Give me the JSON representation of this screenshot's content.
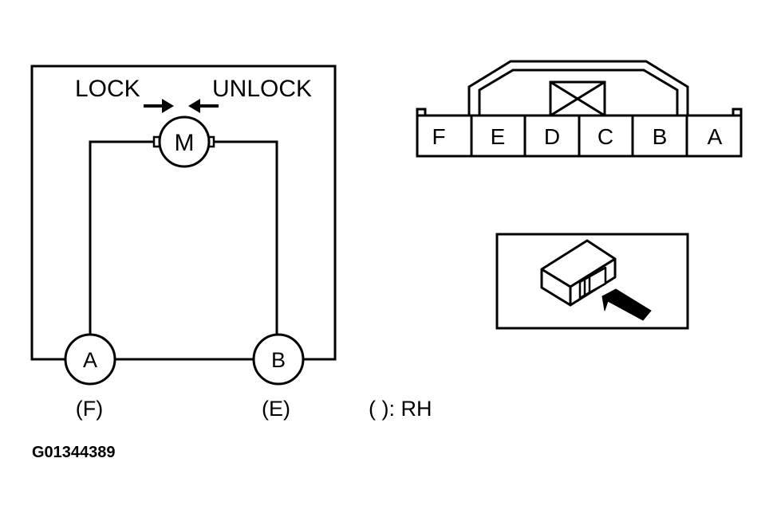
{
  "motor": {
    "label": "M",
    "lock_label": "LOCK",
    "unlock_label": "UNLOCK"
  },
  "terminals": [
    {
      "id": "A",
      "alt": "(F)"
    },
    {
      "id": "B",
      "alt": "(E)"
    }
  ],
  "legend": "( ): RH",
  "figure_code": "G01344389",
  "connector": {
    "pins": [
      "F",
      "E",
      "D",
      "C",
      "B",
      "A"
    ]
  },
  "colors": {
    "ink": "#000000",
    "background": "#ffffff"
  }
}
